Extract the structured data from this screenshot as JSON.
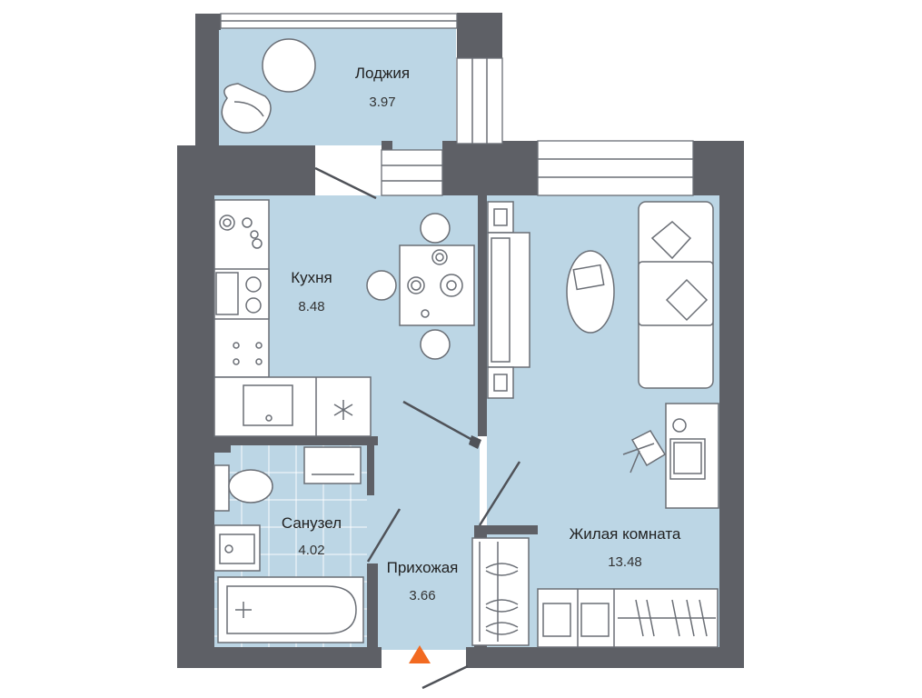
{
  "rooms": {
    "loggia": {
      "name": "Лоджия",
      "area": "3.97"
    },
    "kitchen": {
      "name": "Кухня",
      "area": "8.48"
    },
    "bathroom": {
      "name": "Санузел",
      "area": "4.02"
    },
    "hallway": {
      "name": "Прихожая",
      "area": "3.66"
    },
    "living": {
      "name": "Жилая комната",
      "area": "13.48"
    }
  },
  "colors": {
    "floor": "#bcd6e5",
    "wall": "#5e6066",
    "entrance_marker": "#f26a21"
  }
}
